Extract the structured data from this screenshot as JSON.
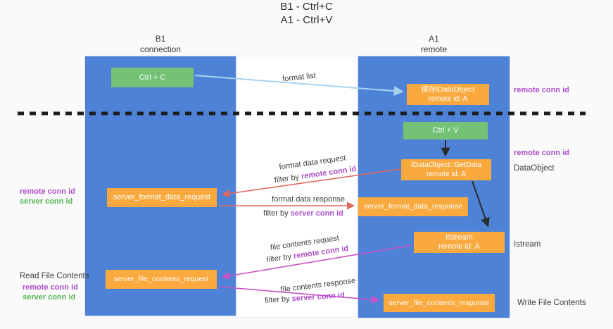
{
  "title": {
    "line1": "B1 - Ctrl+C",
    "line2": "A1 - Ctrl+V"
  },
  "columns": {
    "left": {
      "name": "B1",
      "role": "connection"
    },
    "right": {
      "name": "A1",
      "role": "remote"
    }
  },
  "nodes": {
    "ctrl_c": {
      "label": "Ctrl + C"
    },
    "ctrl_v": {
      "label": "Ctrl + V"
    },
    "save_idataobject": {
      "line1": "保存IDataObject",
      "line2": "remote id: A"
    },
    "getdata": {
      "line1": "IDataObject::GetData",
      "line2": "remote id: A"
    },
    "istream": {
      "line1": "IStream",
      "line2": "remote id: A"
    },
    "server_format_data_request": {
      "label": "server_format_data_request"
    },
    "server_format_data_response": {
      "label": "server_format_data_response"
    },
    "server_file_contents_request": {
      "label": "server_file_contents_request"
    },
    "server_file_contents_response": {
      "label": "server_file_contents_response"
    }
  },
  "flow_labels": {
    "format_list": "format list",
    "format_request": {
      "title": "format data request",
      "filter_prefix": "filter by ",
      "filter_key": "remote conn id"
    },
    "format_response": {
      "title": "format data response",
      "filter_prefix": "filter by ",
      "filter_key": "server conn id"
    },
    "file_request": {
      "title": "file contents request",
      "filter_prefix": "filter by ",
      "filter_key": "remote conn id"
    },
    "file_response": {
      "title": "file contents response",
      "filter_prefix": "filter by ",
      "filter_key": "server conn id"
    }
  },
  "left_labels": {
    "format_remote": "remote conn id",
    "format_server": "server conn id",
    "read_title": "Read File Contents",
    "file_remote": "remote conn id",
    "file_server": "server conn id"
  },
  "right_labels": {
    "clipboard_remote": "remote conn id",
    "paste_remote": "remote conn id",
    "dataobject": "DataObject",
    "istream": "Istream",
    "write_title": "Write File Contents"
  },
  "colors": {
    "lifeline_blue": "#4d82d6",
    "box_green": "#74c276",
    "box_orange": "#f9a93d",
    "label_purple": "#ab4fc8",
    "label_green": "#55b455",
    "arrow_blue": "#a8d3f0",
    "arrow_red": "#e0695f",
    "arrow_magenta": "#cc52c4",
    "arrow_black": "#2b2b2b"
  }
}
